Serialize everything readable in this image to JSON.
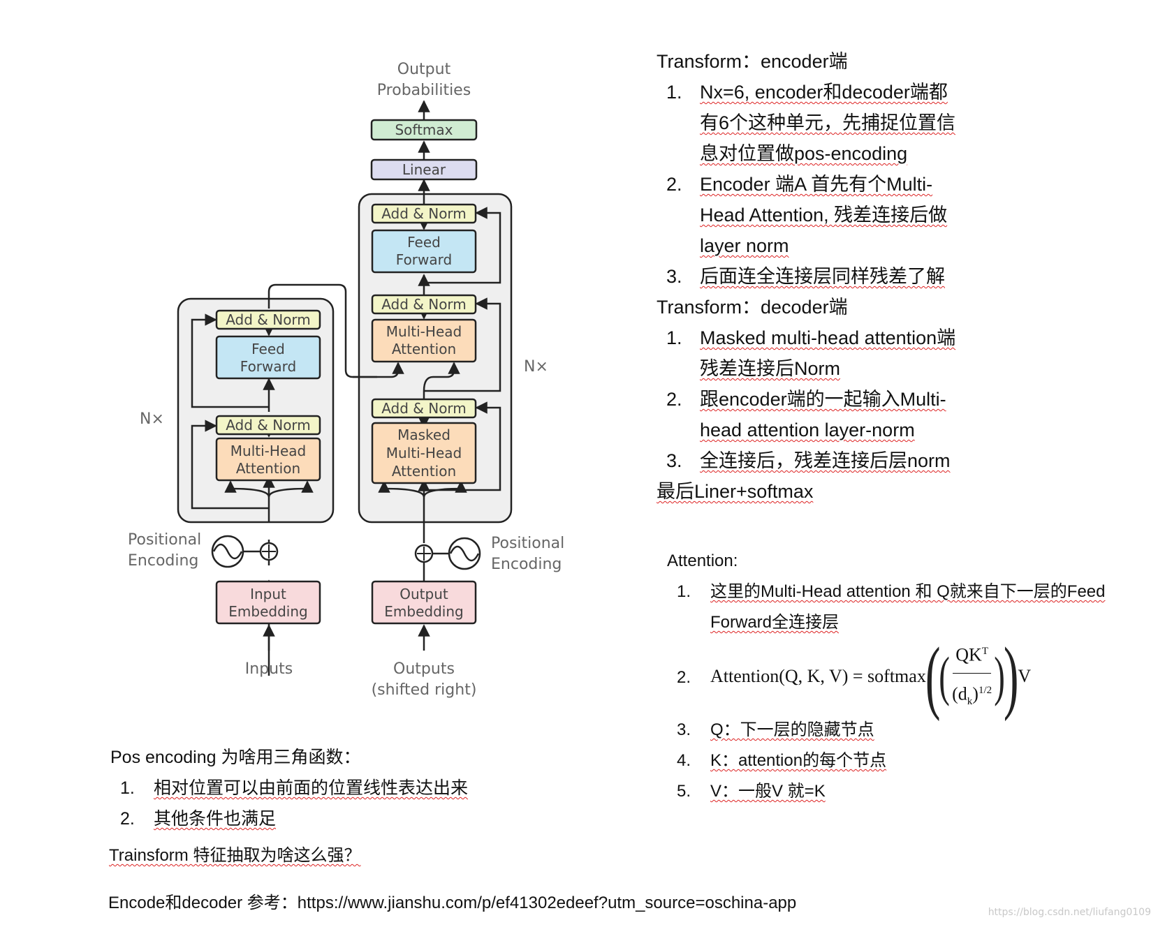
{
  "diagram": {
    "output_probabilities": [
      "Output",
      "Probabilities"
    ],
    "softmax": "Softmax",
    "linear": "Linear",
    "add_norm": "Add & Norm",
    "feed_forward": [
      "Feed",
      "Forward"
    ],
    "multi_head_attention": [
      "Multi-Head",
      "Attention"
    ],
    "masked_multi_head_attention": [
      "Masked",
      "Multi-Head",
      "Attention"
    ],
    "nx": "N×",
    "positional_encoding": [
      "Positional",
      "Encoding"
    ],
    "input_embedding": [
      "Input",
      "Embedding"
    ],
    "output_embedding": [
      "Output",
      "Embedding"
    ],
    "inputs": "Inputs",
    "outputs": [
      "Outputs",
      "(shifted right)"
    ],
    "colors": {
      "softmax": "#d0ecd2",
      "linear": "#dcdcf0",
      "add_norm": "#f3f5c8",
      "feed_forward": "#c4e6f4",
      "attention": "#fcdcba",
      "embedding": "#f8dadc",
      "stack_bg": "#f0f0f0",
      "stroke": "#222222"
    }
  },
  "encoder_notes": {
    "heading": "Transform：encoder端",
    "items": [
      {
        "num": "1.",
        "text": "Nx=6, encoder和decoder端都有6个这种单元，先捕捉位置信息对位置做pos-encoding"
      },
      {
        "num": "2.",
        "text": "Encoder 端A 首先有个Multi-Head Attention, 残差连接后做layer norm"
      },
      {
        "num": "3.",
        "text": "后面连全连接层同样残差了解"
      }
    ]
  },
  "decoder_notes": {
    "heading": "Transform：decoder端",
    "items": [
      {
        "num": "1.",
        "text": "Masked multi-head attention端 残差连接后Norm"
      },
      {
        "num": "2.",
        "text": "跟encoder端的一起输入Multi-head attention layer-norm"
      },
      {
        "num": "3.",
        "text": "全连接后，残差连接后层norm"
      }
    ],
    "footer": "最后Liner+softmax"
  },
  "attention_notes": {
    "heading": "Attention:",
    "items": [
      {
        "num": "1.",
        "text": "这里的Multi-Head attention 和 Q就来自下一层的Feed Forward全连接层"
      },
      {
        "num": "3.",
        "text": "Q：下一层的隐藏节点"
      },
      {
        "num": "4.",
        "text": "K：attention的每个节点"
      },
      {
        "num": "5.",
        "text": "V：一般V 就=K"
      }
    ],
    "formula": {
      "num": "2.",
      "lhs": "Attention(Q, K, V) = softmax",
      "numerator": "QK",
      "numerator_sup": "T",
      "denominator": "(d",
      "denominator_sub": "k",
      "denominator_close": ")",
      "exponent": "1/2",
      "rhs": "V"
    }
  },
  "pos_notes": {
    "heading": "Pos encoding 为啥用三角函数：",
    "items": [
      {
        "num": "1.",
        "text": "相对位置可以由前面的位置线性表达出来"
      },
      {
        "num": "2.",
        "text": "其他条件也满足"
      }
    ]
  },
  "extra_question": "Trainsform 特征抽取为啥这么强？",
  "reference": "Encode和decoder 参考：https://www.jianshu.com/p/ef41302edeef?utm_source=oschina-app",
  "watermark": "https://blog.csdn.net/liufang0109"
}
